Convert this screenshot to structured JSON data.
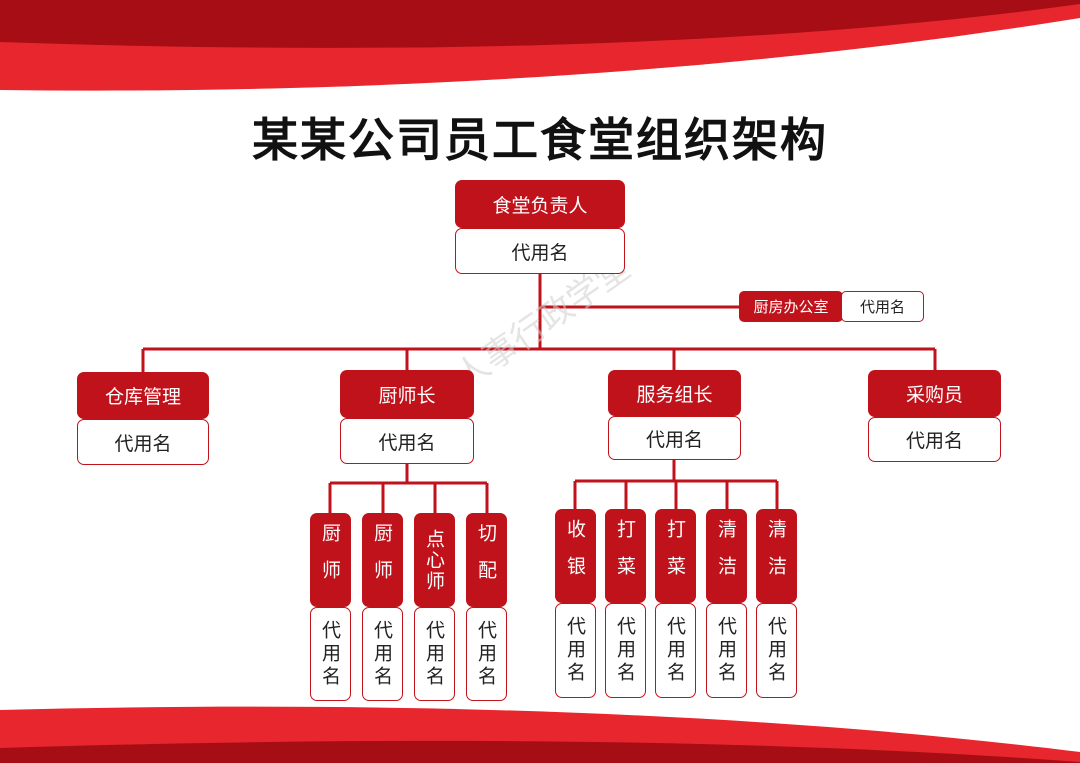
{
  "title": "某某公司员工食堂组织架构",
  "watermark": "UP人事行政学堂",
  "colors": {
    "accent": "#c0121b",
    "accent_dark": "#a60d14",
    "background": "#ffffff"
  },
  "org": {
    "root": {
      "role": "食堂负责人",
      "name": "代用名"
    },
    "office": {
      "role": "厨房办公室",
      "name": "代用名"
    },
    "departments": [
      {
        "role": "仓库管理",
        "name": "代用名"
      },
      {
        "role": "厨师长",
        "name": "代用名",
        "staff": [
          {
            "role": "厨师",
            "name": "代用名"
          },
          {
            "role": "厨师",
            "name": "代用名"
          },
          {
            "role": "点心师",
            "name": "代用名"
          },
          {
            "role": "切配",
            "name": "代用名"
          }
        ]
      },
      {
        "role": "服务组长",
        "name": "代用名",
        "staff": [
          {
            "role": "收银",
            "name": "代用名"
          },
          {
            "role": "打菜",
            "name": "代用名"
          },
          {
            "role": "打菜",
            "name": "代用名"
          },
          {
            "role": "清洁",
            "name": "代用名"
          },
          {
            "role": "清洁",
            "name": "代用名"
          }
        ]
      },
      {
        "role": "采购员",
        "name": "代用名"
      }
    ]
  }
}
